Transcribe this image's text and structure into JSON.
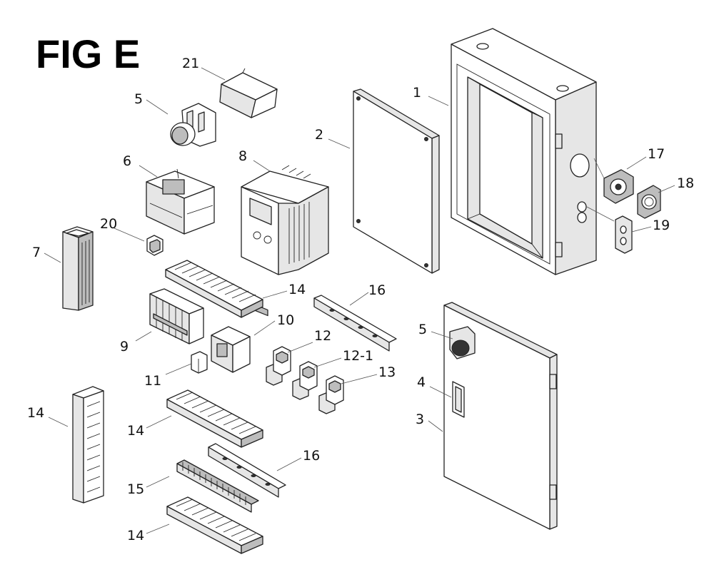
{
  "figure": {
    "title": "FIG E",
    "labels": {
      "l1": "1",
      "l2": "2",
      "l3": "3",
      "l4": "4",
      "l5a": "5",
      "l5b": "5",
      "l6": "6",
      "l7": "7",
      "l8": "8",
      "l9": "9",
      "l10": "10",
      "l11": "11",
      "l12": "12",
      "l12_1": "12-1",
      "l13": "13",
      "l14a": "14",
      "l14b": "14",
      "l14c": "14",
      "l14d": "14",
      "l15": "15",
      "l16a": "16",
      "l16b": "16",
      "l17": "17",
      "l18": "18",
      "l19": "19",
      "l20": "20",
      "l21": "21"
    }
  }
}
